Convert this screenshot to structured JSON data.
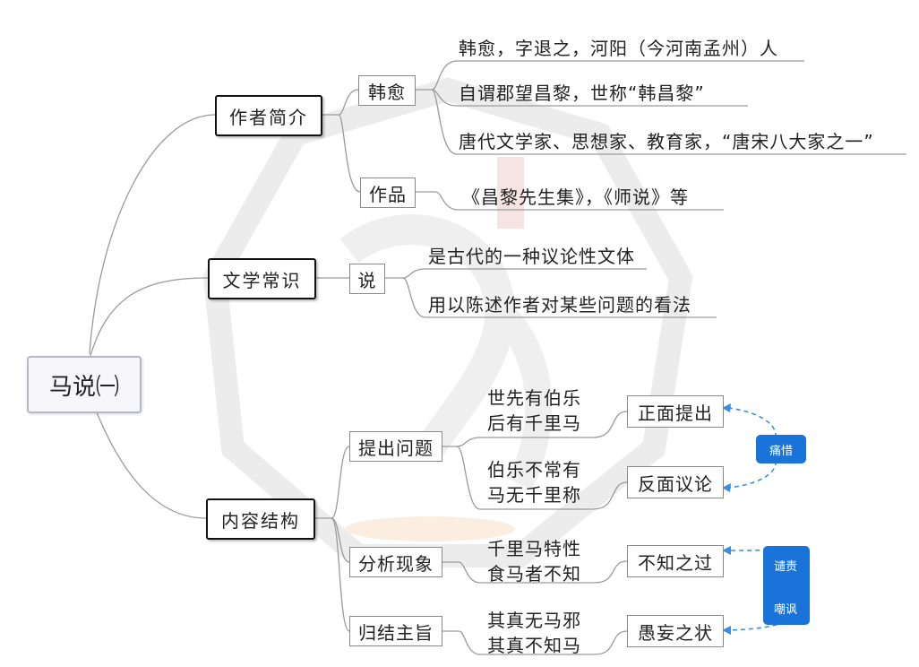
{
  "root": {
    "title": "马说㈠"
  },
  "sections": {
    "author": {
      "label": "作者简介",
      "han_yu": {
        "label": "韩愈",
        "lines": [
          "韩愈，字退之，河阳（今河南孟州）人",
          "自谓郡望昌黎，世称“韩昌黎”",
          "唐代文学家、思想家、教育家，“唐宋八大家之一”"
        ]
      },
      "works": {
        "label": "作品",
        "text": "《昌黎先生集》，《师说》等"
      }
    },
    "literary": {
      "label": "文学常识",
      "shuo": {
        "label": "说",
        "lines": [
          "是古代的一种议论性文体",
          "用以陈述作者对某些问题的看法"
        ]
      }
    },
    "content": {
      "label": "内容结构",
      "raise": {
        "label": "提出问题",
        "pos_text": [
          "世先有伯乐",
          "后有千里马"
        ],
        "pos_label": "正面提出",
        "neg_text": [
          "伯乐不常有",
          "马无千里称"
        ],
        "neg_label": "反面议论"
      },
      "analyze": {
        "label": "分析现象",
        "text": [
          "千里马特性",
          "食马者不知"
        ],
        "result": "不知之过"
      },
      "conclude": {
        "label": "归结主旨",
        "text": [
          "其真无马邪",
          "其真不知马"
        ],
        "result": "愚妄之状"
      }
    }
  },
  "tags": {
    "pity": "痛惜",
    "condemn": "谴责",
    "mock": "嘲讽"
  },
  "colors": {
    "tag_bg": "#1a73d9",
    "connector": "#9a9a9a",
    "arrow": "#3a8fe0"
  }
}
